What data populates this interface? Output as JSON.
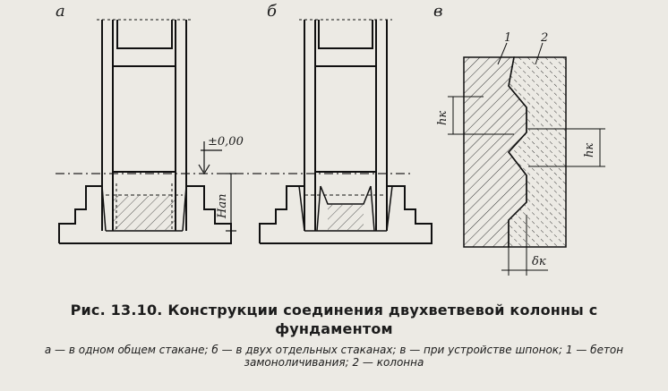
{
  "figure": {
    "panel_labels": [
      "а",
      "б",
      "в"
    ],
    "elevation_mark": "±0,00",
    "depth_label": "Hап",
    "key_height_label": "hк",
    "key_depth_label": "δк",
    "callouts": [
      "1",
      "2"
    ]
  },
  "caption": {
    "title": "Рис. 13.10. Конструкции соединения двухветвевой колонны с фундаментом",
    "legend": "а — в одном общем стакане; б — в двух отдельных стаканах; в — при устройстве шпонок; 1 — бетон замоноличивания; 2 — колонна"
  },
  "colors": {
    "background": "#eceae4",
    "ink": "#1c1c1c"
  }
}
